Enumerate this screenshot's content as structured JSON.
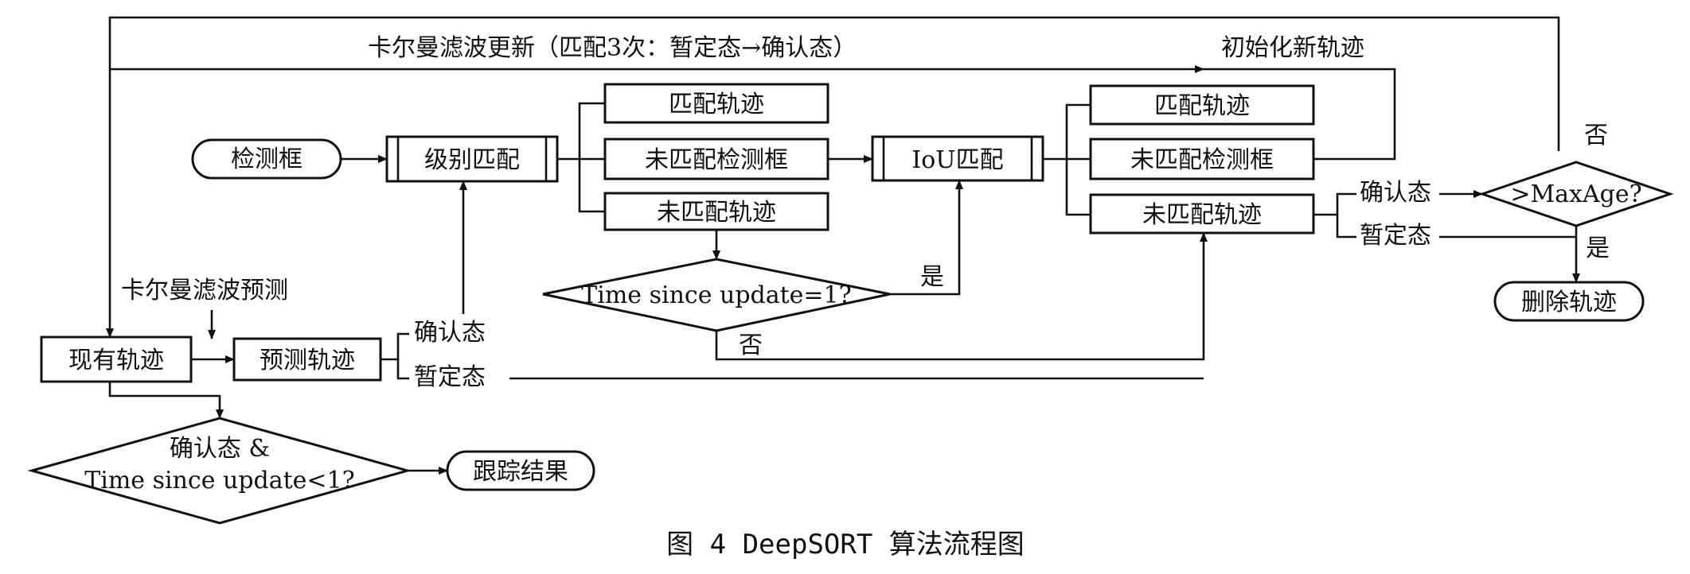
{
  "nodes": {
    "detection_box": "检测框",
    "cascade_match": "级别匹配",
    "matched_tracks_1": "匹配轨迹",
    "unmatched_detections_1": "未匹配检测框",
    "unmatched_tracks_1": "未匹配轨迹",
    "iou_match": "IoU匹配",
    "matched_tracks_2": "匹配轨迹",
    "unmatched_detections_2": "未匹配检测框",
    "unmatched_tracks_2": "未匹配轨迹",
    "decision_tsu1": "Time since update=1?",
    "decision_maxage": ">MaxAge?",
    "delete_tracks": "删除轨迹",
    "existing_tracks": "现有轨迹",
    "predicted_tracks": "预测轨迹",
    "decision_output_line1": "确认态 &",
    "decision_output_line2": "Time since update<1?",
    "tracking_result": "跟踪结果"
  },
  "labels": {
    "kalman_update": "卡尔曼滤波更新（匹配3次：暂定态→确认态）",
    "init_new_track": "初始化新轨迹",
    "kalman_predict": "卡尔曼滤波预测",
    "confirmed_1": "确认态",
    "tentative_1": "暂定态",
    "confirmed_2": "确认态",
    "tentative_2": "暂定态",
    "yes_tsu": "是",
    "no_tsu": "否",
    "no_maxage": "否",
    "yes_maxage": "是"
  },
  "caption": "图 4  DeepSORT 算法流程图"
}
